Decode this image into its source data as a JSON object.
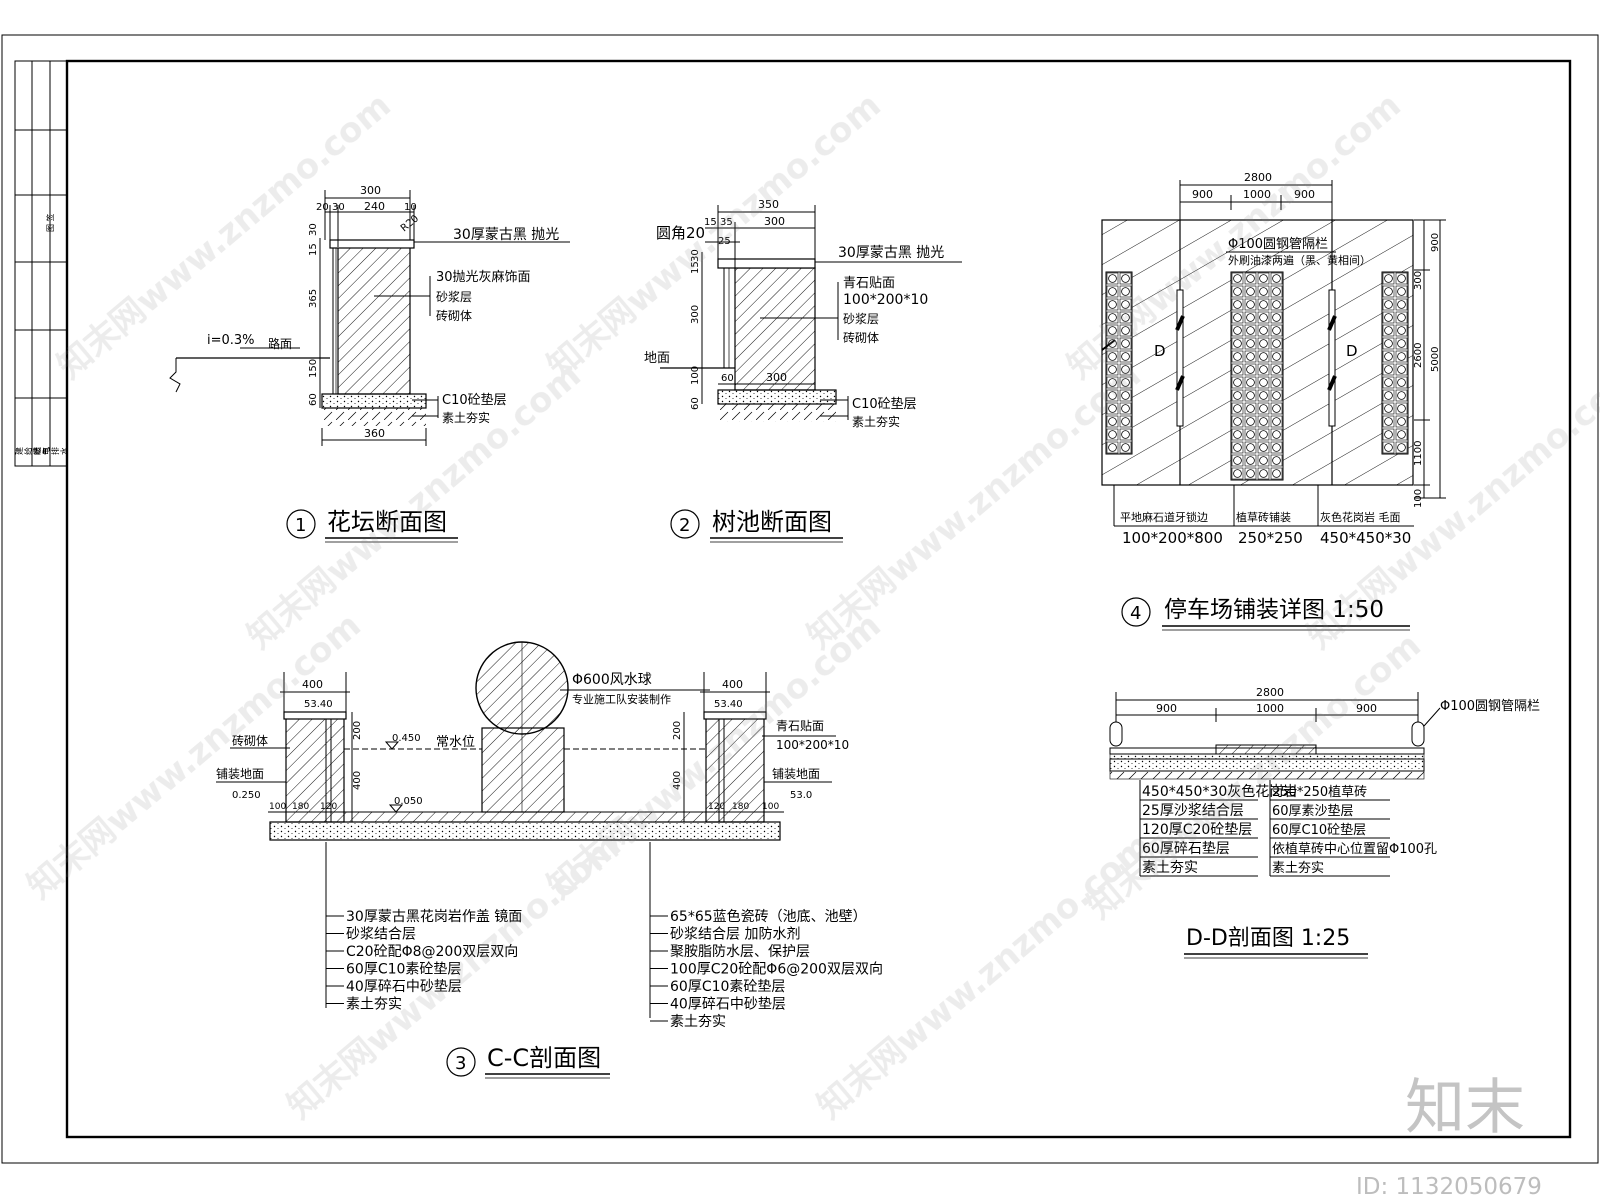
{
  "title_block": {
    "label_top": "图 签",
    "labels_bottom": [
      "建",
      "结",
      "给",
      "电",
      "暖",
      "排",
      "气",
      "水"
    ]
  },
  "d1": {
    "title": "花坛断面图",
    "num": "1",
    "dims_top": [
      "300",
      "20",
      "30",
      "240",
      "10"
    ],
    "r_label": "R20",
    "dims_left": [
      "30",
      "15",
      "365",
      "150",
      "60"
    ],
    "dim_bottom": "360",
    "slope": "i=0.3%",
    "road": "路面",
    "notes": [
      "30厚蒙古黑 抛光",
      "30抛光灰麻饰面",
      "砂浆层",
      "砖砌体",
      "C10砼垫层",
      "素土夯实"
    ]
  },
  "d2": {
    "title": "树池断面图",
    "num": "2",
    "corner": "圆角20",
    "dims_top": [
      "350",
      "15",
      "35",
      "300",
      "25"
    ],
    "dims_left": [
      "30",
      "15",
      "300",
      "100",
      "60"
    ],
    "dims_bottom": [
      "60",
      "300"
    ],
    "ground": "地面",
    "notes": [
      "30厚蒙古黑 抛光",
      "青石贴面",
      "100*200*10",
      "砂浆层",
      "砖砌体",
      "C10砼垫层",
      "素土夯实"
    ]
  },
  "d3": {
    "title": "C-C剖面图",
    "num": "3",
    "dims_top": [
      "400",
      "400"
    ],
    "levels": [
      "53.40",
      "53.40",
      "0.450",
      "0.250",
      "0.050",
      "53.0"
    ],
    "water_level": "常水位",
    "ball": [
      "Φ600风水球",
      "专业施工队安装制作"
    ],
    "left_labels": [
      "砖砌体",
      "铺装地面"
    ],
    "right_labels": [
      "青石贴面",
      "100*200*10",
      "铺装地面"
    ],
    "dims_v": [
      "200",
      "400",
      "200",
      "400"
    ],
    "dims_small": [
      "100",
      "180",
      "120",
      "120",
      "180",
      "100"
    ],
    "notes_left": [
      "30厚蒙古黑花岗岩作盖 镜面",
      "砂浆结合层",
      "C20砼配Φ8@200双层双向",
      "60厚C10素砼垫层",
      "40厚碎石中砂垫层",
      "素土夯实"
    ],
    "notes_right": [
      "65*65蓝色瓷砖（池底、池壁）",
      "砂浆结合层 加防水剂",
      "聚胺脂防水层、保护层",
      "100厚C20砼配Φ6@200双层双向",
      "60厚C10素砼垫层",
      "40厚碎石中砂垫层",
      "素土夯实"
    ]
  },
  "d4": {
    "title": "停车场铺装详图 1:50",
    "num": "4",
    "dims_top": [
      "2800",
      "900",
      "1000",
      "900"
    ],
    "dims_right": [
      "900",
      "300",
      "2600",
      "5000",
      "1100",
      "100"
    ],
    "rail": [
      "Φ100圆钢管隔栏",
      "外刷油漆两遍（黑、黄相间）"
    ],
    "section_marks": [
      "D",
      "D"
    ],
    "bottom_labels": [
      "平地麻石道牙锁边",
      "植草砖铺装",
      "灰色花岗岩 毛面"
    ],
    "bottom_sizes": [
      "100*200*800",
      "250*250",
      "450*450*30"
    ]
  },
  "d5": {
    "title": "D-D剖面图 1:25",
    "dims_top": [
      "2800",
      "900",
      "1000",
      "900"
    ],
    "rail": "Φ100圆钢管隔栏",
    "notes_left": [
      "450*450*30灰色花岗岩",
      "25厚沙浆结合层",
      "120厚C20砼垫层",
      "60厚碎石垫层",
      "素土夯实"
    ],
    "notes_right": [
      "250*250植草砖",
      "60厚素沙垫层",
      "60厚C10砼垫层",
      "依植草砖中心位置留Φ100孔",
      "素土夯实"
    ]
  },
  "watermark": {
    "text": "知末网www.znzmo.com",
    "logo": "知末",
    "id": "ID: 1132050679"
  }
}
